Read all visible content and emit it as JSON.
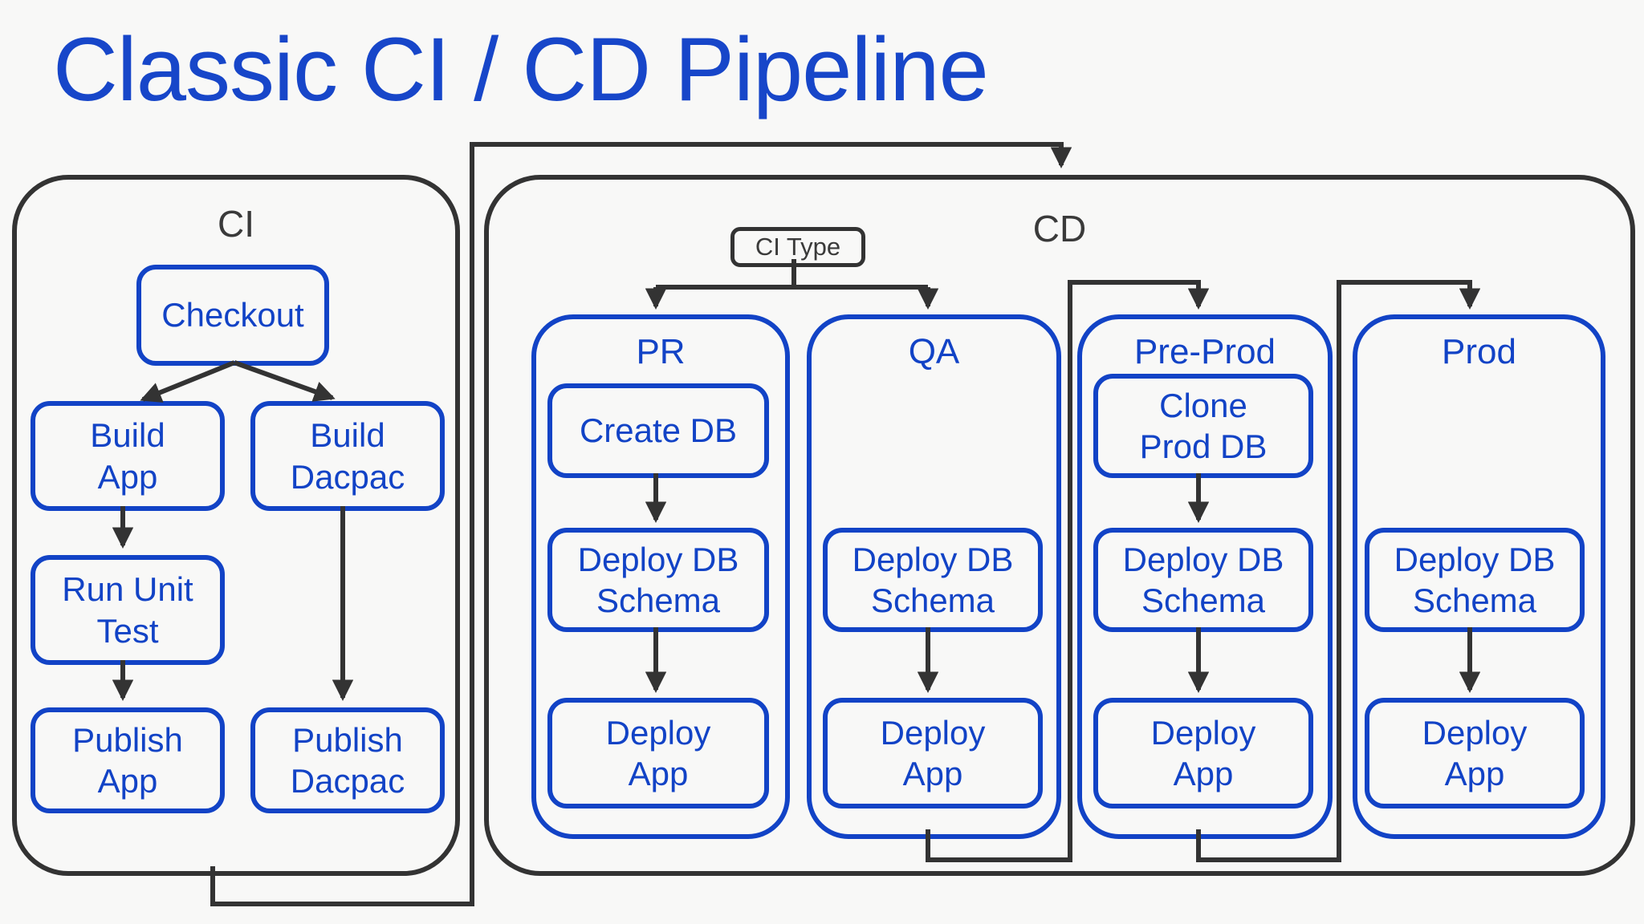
{
  "title": "Classic CI / CD Pipeline",
  "colors": {
    "title_blue": "#1746c9",
    "diagram_blue": "#1243c6",
    "dark_line": "#333333",
    "background": "#f8f8f7"
  },
  "ci": {
    "label": "CI",
    "checkout": {
      "lines": [
        "Checkout"
      ]
    },
    "build_app": {
      "lines": [
        "Build",
        "App"
      ]
    },
    "build_dacpac": {
      "lines": [
        "Build",
        "Dacpac"
      ]
    },
    "run_unit_test": {
      "lines": [
        "Run Unit",
        "Test"
      ]
    },
    "publish_app": {
      "lines": [
        "Publish",
        "App"
      ]
    },
    "publish_dacpac": {
      "lines": [
        "Publish",
        "Dacpac"
      ]
    }
  },
  "cd": {
    "label": "CD",
    "ci_type": {
      "label": "CI Type"
    },
    "lanes": [
      {
        "id": "pr",
        "label": "PR",
        "boxes": [
          {
            "lines": [
              "Create DB"
            ]
          },
          {
            "lines": [
              "Deploy DB",
              "Schema"
            ]
          },
          {
            "lines": [
              "Deploy",
              "App"
            ]
          }
        ]
      },
      {
        "id": "qa",
        "label": "QA",
        "boxes": [
          {
            "lines": [
              "Deploy DB",
              "Schema"
            ]
          },
          {
            "lines": [
              "Deploy",
              "App"
            ]
          }
        ]
      },
      {
        "id": "pre-prod",
        "label": "Pre-Prod",
        "boxes": [
          {
            "lines": [
              "Clone",
              "Prod DB"
            ]
          },
          {
            "lines": [
              "Deploy DB",
              "Schema"
            ]
          },
          {
            "lines": [
              "Deploy",
              "App"
            ]
          }
        ]
      },
      {
        "id": "prod",
        "label": "Prod",
        "boxes": [
          {
            "lines": [
              "Deploy DB",
              "Schema"
            ]
          },
          {
            "lines": [
              "Deploy",
              "App"
            ]
          }
        ]
      }
    ]
  }
}
